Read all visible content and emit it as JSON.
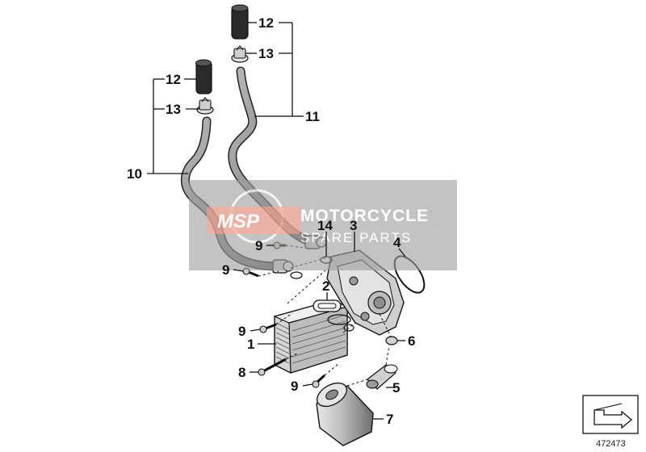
{
  "diagram": {
    "callouts": {
      "c1": "1",
      "c2": "2",
      "c3": "3",
      "c4": "4",
      "c5": "5",
      "c6": "6",
      "c7": "7",
      "c8": "8",
      "c9a": "9",
      "c9b": "9",
      "c9c": "9",
      "c9d": "9",
      "c10": "10",
      "c11": "11",
      "c12a": "12",
      "c12b": "12",
      "c13a": "13",
      "c13b": "13",
      "c14": "14"
    },
    "watermark": {
      "logo": "MSP",
      "title": "MOTORCYCLE",
      "subtitle": "SPARE PARTS"
    },
    "diagram_number": "472473",
    "colors": {
      "outline": "#111111",
      "part_fill": "#cfcfcf",
      "hose_fill": "#8a8a8a",
      "watermark_bg": "#9e9e9e",
      "watermark_logo": "#f0a090"
    },
    "icons": {
      "corner": "arrow-box-icon"
    }
  }
}
